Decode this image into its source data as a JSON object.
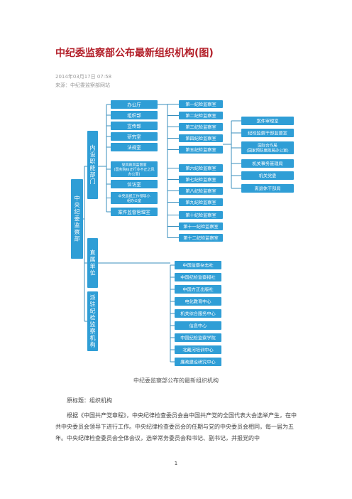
{
  "article": {
    "title": "中纪委监察部公布最新组织机构(图)",
    "date": "2014年03月17日 07:58",
    "source": "来源：中纪委监察部网站"
  },
  "diagram": {
    "root": "中央纪委监察部",
    "groups": [
      {
        "label": "内设职能部门",
        "items": [
          "办公厅",
          "组织部",
          "宣传部",
          "研究室",
          "法规室",
          "党风政风监督室（国务院纠正行业不正之风办公室）",
          "信访室",
          "中央巡视工作领导小组办公室",
          "案件监督管理室"
        ]
      },
      {
        "label": "直属单位",
        "items": [
          "中国监察杂志社",
          "中国纪检监察报社",
          "中国方正出版社",
          "电化教育中心",
          "机关综合服务中心",
          "信息中心",
          "中国纪检监察学院",
          "北戴河培训中心",
          "廉政建设研究中心"
        ]
      },
      {
        "label": "派驻纪检监察机构",
        "items": []
      }
    ],
    "rooms": [
      "第一纪检监察室",
      "第二纪检监察室",
      "第三纪检监察室",
      "第四纪检监察室",
      "第五纪检监察室",
      "第六纪检监察室",
      "第七纪检监察室",
      "第八纪检监察室",
      "第九纪检监察室",
      "第十纪检监察室",
      "第十一纪检监察室",
      "第十二纪检监察室"
    ],
    "right_items": [
      "案件审理室",
      "纪检监察干部监督室",
      "国际合作局（国家预防腐败局办公室）",
      "机关事务管理局",
      "机关党委",
      "离退休干部局"
    ],
    "colors": {
      "box": "#2f9ed6",
      "box_text": "#ffffff",
      "line": "#3a8fbd"
    }
  },
  "caption": "中纪委监察部公布的最新组织机构",
  "paragraphs": {
    "p1": "原标题：组织机构",
    "p2": "根据《中国共产党章程》，中央纪律检查委员会由中国共产党的全国代表大会选举产生，在中共中央委员会领导下进行工作。中央纪律检查委员会的任期与党的中央委员会相同，每一届为五年。中央纪律检查委员会全体会议，选举常务委员会和书记、副书记，并报党的中"
  },
  "page_number": "1"
}
